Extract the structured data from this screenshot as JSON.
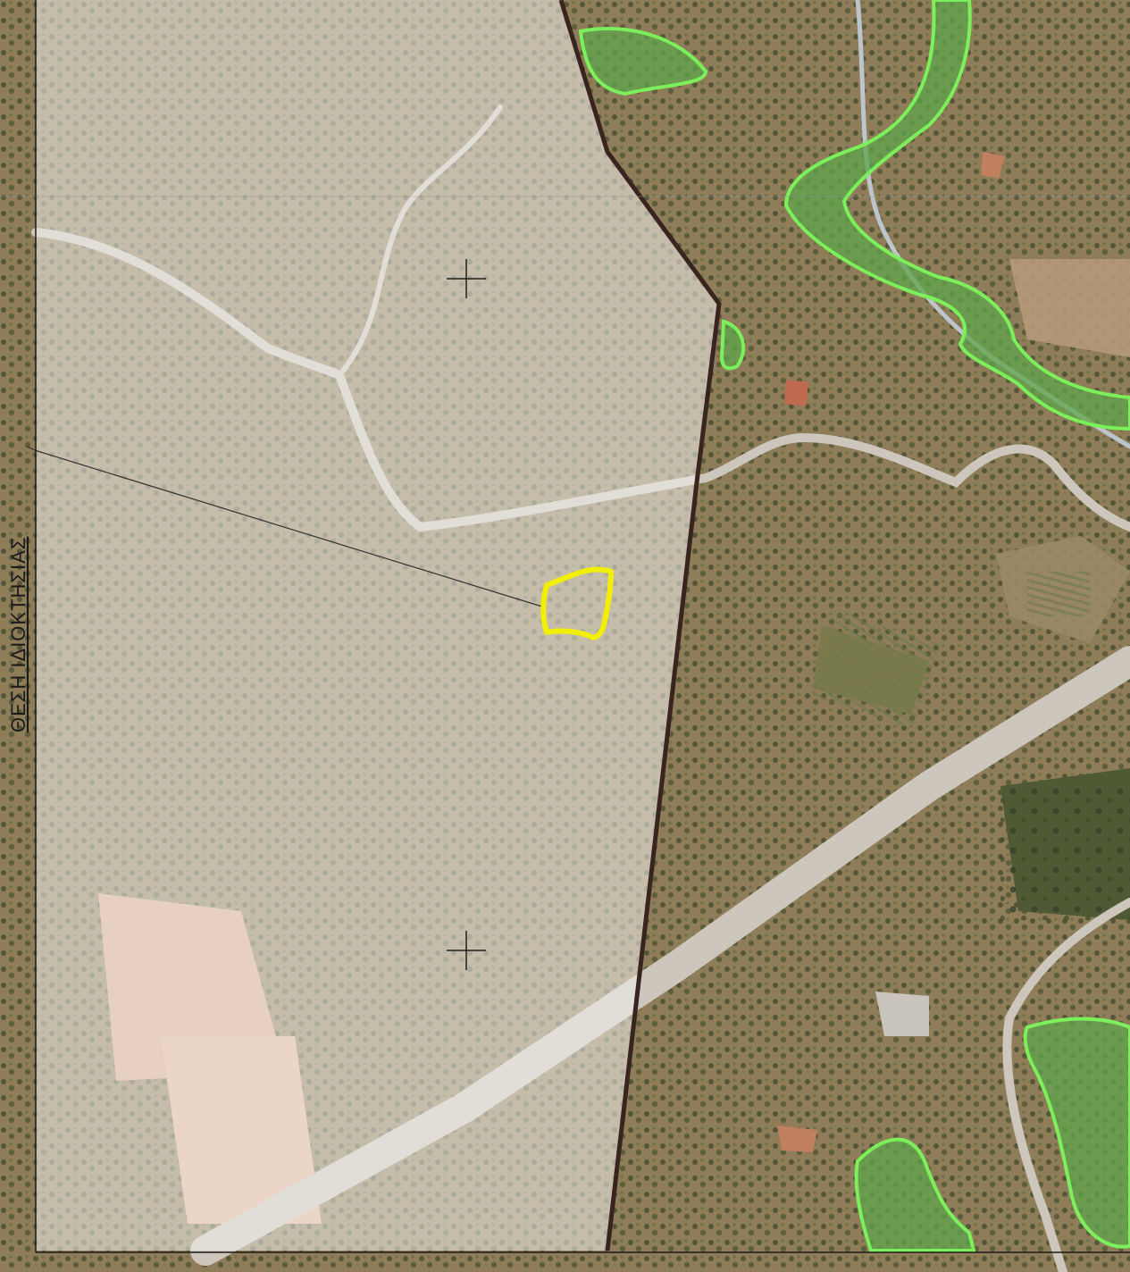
{
  "map": {
    "property_label": "ΘΕΣΗ ΙΔΙΟΚΤΗΣΙΑΣ",
    "layers": {
      "faded_zone": "faded-left-area",
      "boundary_line": "zone-boundary-line",
      "forest_polygons": "green-forest-polygons",
      "property_outline": "yellow-property-outline",
      "grid_crosses": "grid-cross-markers"
    },
    "colors": {
      "terrain_base": "#8f7d5a",
      "terrain_dark": "#5a5a3a",
      "terrain_field": "#b59a78",
      "fade_overlay": "#f2f1ec",
      "road": "#cdc6bc",
      "boundary": "#3a2420",
      "forest_fill": "#5fa64c",
      "forest_stroke": "#7cf05a",
      "property_outline": "#f2f000",
      "tree_dot": "#3f4a2c",
      "cross": "#1f1f1f",
      "frame": "#1a1a1a"
    }
  }
}
